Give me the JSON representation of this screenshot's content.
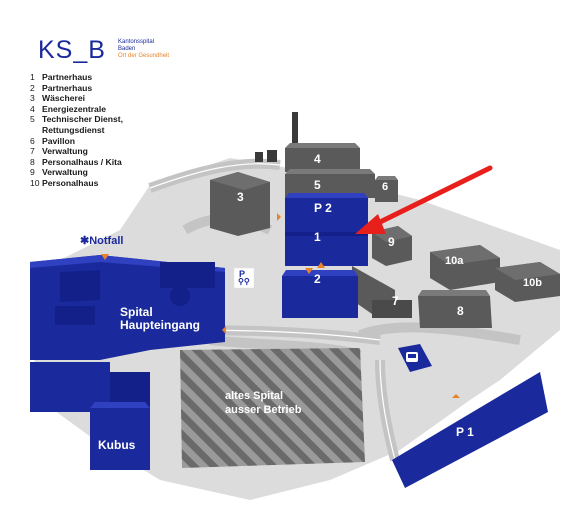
{
  "logo": {
    "mark": "KS_B",
    "line1": "Kantonsspital",
    "line2": "Baden",
    "line3": "Ort der Gesundheit"
  },
  "legend": [
    {
      "num": "1",
      "text": "Partnerhaus"
    },
    {
      "num": "2",
      "text": "Partnerhaus"
    },
    {
      "num": "3",
      "text": "Wäscherei"
    },
    {
      "num": "4",
      "text": "Energiezentrale"
    },
    {
      "num": "5",
      "text": "Technischer Dienst,"
    },
    {
      "num": "",
      "text": "Rettungsdienst"
    },
    {
      "num": "6",
      "text": "Pavillon"
    },
    {
      "num": "7",
      "text": "Verwaltung"
    },
    {
      "num": "8",
      "text": "Personalhaus / Kita"
    },
    {
      "num": "9",
      "text": "Verwaltung"
    },
    {
      "num": "10",
      "text": "Personalhaus"
    }
  ],
  "map_labels": {
    "notfall": "✱Notfall",
    "spital": "Spital",
    "haupteingang": "Haupteingang",
    "kubus": "Kubus",
    "altes1": "altes Spital",
    "altes2": "ausser Betrieb",
    "b1": "1",
    "b2": "2",
    "b3": "3",
    "b4": "4",
    "b5": "5",
    "b6": "6",
    "b7": "7",
    "b8": "8",
    "b9": "9",
    "b10a": "10a",
    "b10b": "10b",
    "p1": "P 1",
    "p2": "P 2",
    "bike_p": "P"
  },
  "colors": {
    "blue": "#1a2a9c",
    "orange": "#e8832a",
    "arrow": "#e8201c",
    "grey_building": "#5a5a5a",
    "ground": "#d6d6d6"
  }
}
